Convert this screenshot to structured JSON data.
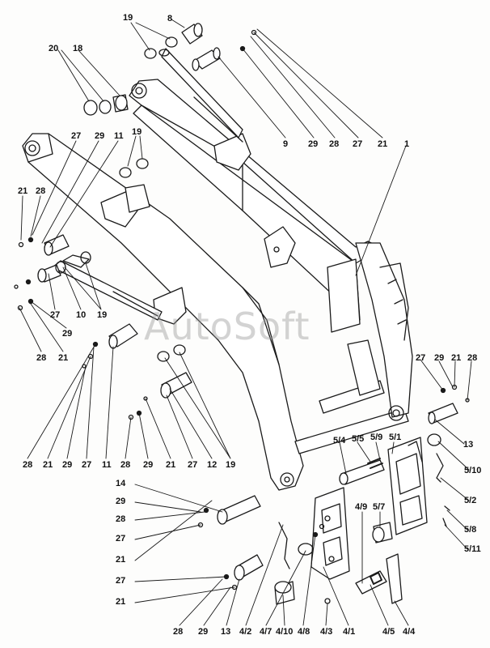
{
  "watermark": "AutoSoft",
  "callouts": [
    {
      "id": "c-19a",
      "text": "19"
    },
    {
      "id": "c-8",
      "text": "8"
    },
    {
      "id": "c-20",
      "text": "20"
    },
    {
      "id": "c-18",
      "text": "18"
    },
    {
      "id": "c-19b",
      "text": "19"
    },
    {
      "id": "c-27a",
      "text": "27"
    },
    {
      "id": "c-29a",
      "text": "29"
    },
    {
      "id": "c-11a",
      "text": "11"
    },
    {
      "id": "c-21a",
      "text": "21"
    },
    {
      "id": "c-28a",
      "text": "28"
    },
    {
      "id": "c-9",
      "text": "9"
    },
    {
      "id": "c-29b",
      "text": "29"
    },
    {
      "id": "c-28b",
      "text": "28"
    },
    {
      "id": "c-27b",
      "text": "27"
    },
    {
      "id": "c-21b",
      "text": "21"
    },
    {
      "id": "c-1",
      "text": "1"
    },
    {
      "id": "c-27c",
      "text": "27"
    },
    {
      "id": "c-10",
      "text": "10"
    },
    {
      "id": "c-19c",
      "text": "19"
    },
    {
      "id": "c-29c",
      "text": "29"
    },
    {
      "id": "c-28c",
      "text": "28"
    },
    {
      "id": "c-21c",
      "text": "21"
    },
    {
      "id": "c-27d",
      "text": "27"
    },
    {
      "id": "c-29d",
      "text": "29"
    },
    {
      "id": "c-21d",
      "text": "21"
    },
    {
      "id": "c-28d",
      "text": "28"
    },
    {
      "id": "c-13a",
      "text": "13"
    },
    {
      "id": "c-5-4",
      "text": "5/4"
    },
    {
      "id": "c-5-5",
      "text": "5/5"
    },
    {
      "id": "c-5-9",
      "text": "5/9"
    },
    {
      "id": "c-5-1",
      "text": "5/1"
    },
    {
      "id": "c-5-10",
      "text": "5/10"
    },
    {
      "id": "c-5-2",
      "text": "5/2"
    },
    {
      "id": "c-5-8",
      "text": "5/8"
    },
    {
      "id": "c-5-11",
      "text": "5/11"
    },
    {
      "id": "c-28e",
      "text": "28"
    },
    {
      "id": "c-21e",
      "text": "21"
    },
    {
      "id": "c-29e",
      "text": "29"
    },
    {
      "id": "c-27e",
      "text": "27"
    },
    {
      "id": "c-11b",
      "text": "11"
    },
    {
      "id": "c-28f",
      "text": "28"
    },
    {
      "id": "c-29f",
      "text": "29"
    },
    {
      "id": "c-21f",
      "text": "21"
    },
    {
      "id": "c-27f",
      "text": "27"
    },
    {
      "id": "c-12",
      "text": "12"
    },
    {
      "id": "c-19d",
      "text": "19"
    },
    {
      "id": "c-14",
      "text": "14"
    },
    {
      "id": "c-29g",
      "text": "29"
    },
    {
      "id": "c-28g",
      "text": "28"
    },
    {
      "id": "c-27g",
      "text": "27"
    },
    {
      "id": "c-21g",
      "text": "21"
    },
    {
      "id": "c-27h",
      "text": "27"
    },
    {
      "id": "c-21h",
      "text": "21"
    },
    {
      "id": "c-28h",
      "text": "28"
    },
    {
      "id": "c-29h",
      "text": "29"
    },
    {
      "id": "c-13b",
      "text": "13"
    },
    {
      "id": "c-4-2",
      "text": "4/2"
    },
    {
      "id": "c-4-7",
      "text": "4/7"
    },
    {
      "id": "c-4-10",
      "text": "4/10"
    },
    {
      "id": "c-4-8",
      "text": "4/8"
    },
    {
      "id": "c-4-3",
      "text": "4/3"
    },
    {
      "id": "c-4-1",
      "text": "4/1"
    },
    {
      "id": "c-4-9",
      "text": "4/9"
    },
    {
      "id": "c-5-7",
      "text": "5/7"
    },
    {
      "id": "c-4-5",
      "text": "4/5"
    },
    {
      "id": "c-4-4",
      "text": "4/4"
    }
  ]
}
